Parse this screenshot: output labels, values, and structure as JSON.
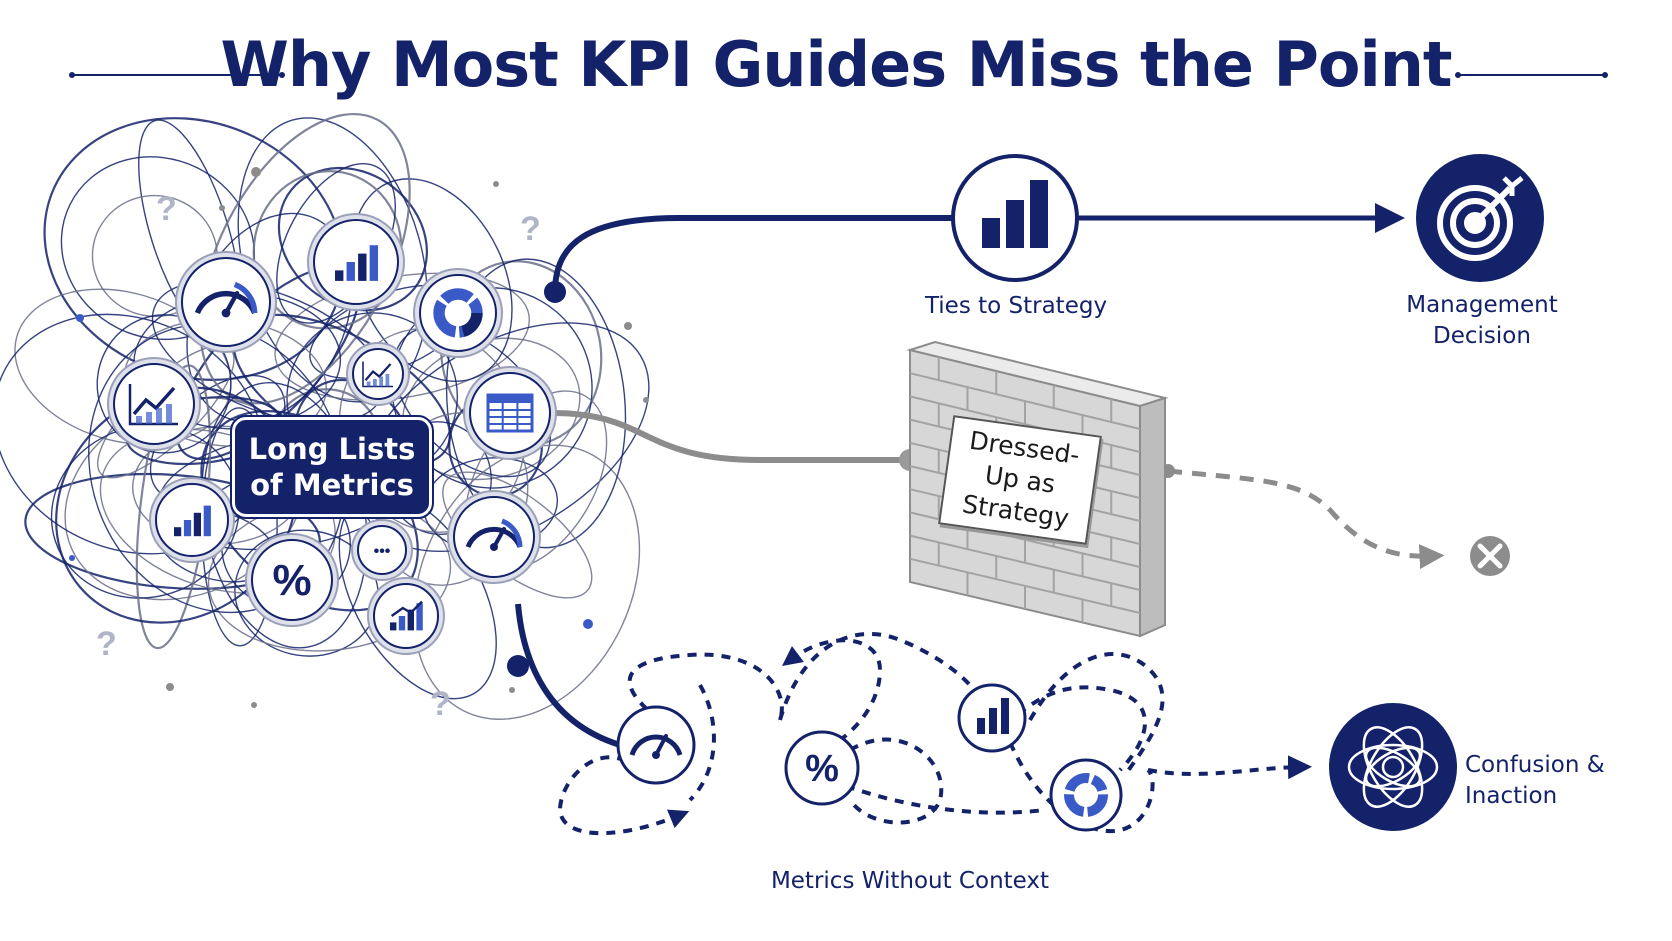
{
  "title": "Why Most KPI Guides Miss the Point",
  "center_label": "Long Lists of Metrics",
  "paths": {
    "strategy": {
      "label": "Ties to Strategy",
      "outcome": "Management Decision"
    },
    "wall": {
      "sign": "Dressed-Up as Strategy"
    },
    "context": {
      "label": "Metrics Without Context",
      "outcome": "Confusion & Inaction"
    }
  },
  "cluster_icons": [
    "speedometer-icon",
    "bar-chart-icon",
    "donut-chart-icon",
    "line-chart-icon",
    "trend-icon",
    "table-grid-icon",
    "bar-chart-icon",
    "percent-icon",
    "ellipsis-icon",
    "gauge-icon",
    "trend-chart-icon"
  ],
  "glyphs": {
    "percent": "%",
    "ellipsis": "•••",
    "question": "?"
  },
  "colors": {
    "navy": "#14226a",
    "blue": "#3a5bc7",
    "gray": "#8c8c8c"
  }
}
